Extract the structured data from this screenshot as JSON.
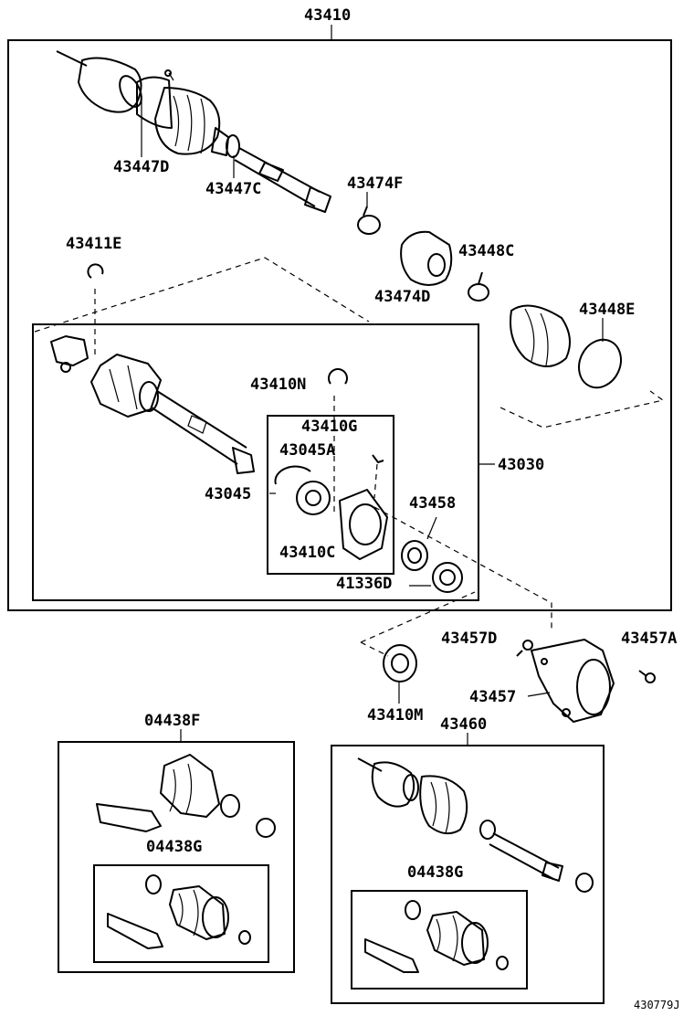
{
  "labels": {
    "l43410": "43410",
    "l43447D": "43447D",
    "l43447C": "43447C",
    "l43474F": "43474F",
    "l43411E": "43411E",
    "l43448C": "43448C",
    "l43474D": "43474D",
    "l43448E": "43448E",
    "l43410N": "43410N",
    "l43410G": "43410G",
    "l43045A": "43045A",
    "l43030": "43030",
    "l43045": "43045",
    "l43458": "43458",
    "l43410C": "43410C",
    "l41336D": "41336D",
    "l43457D": "43457D",
    "l43457A": "43457A",
    "l43457": "43457",
    "l43410M": "43410M",
    "l04438F": "04438F",
    "l43460": "43460",
    "l04438G_left": "04438G",
    "l04438G_right": "04438G"
  },
  "figure_ref": "430779J"
}
